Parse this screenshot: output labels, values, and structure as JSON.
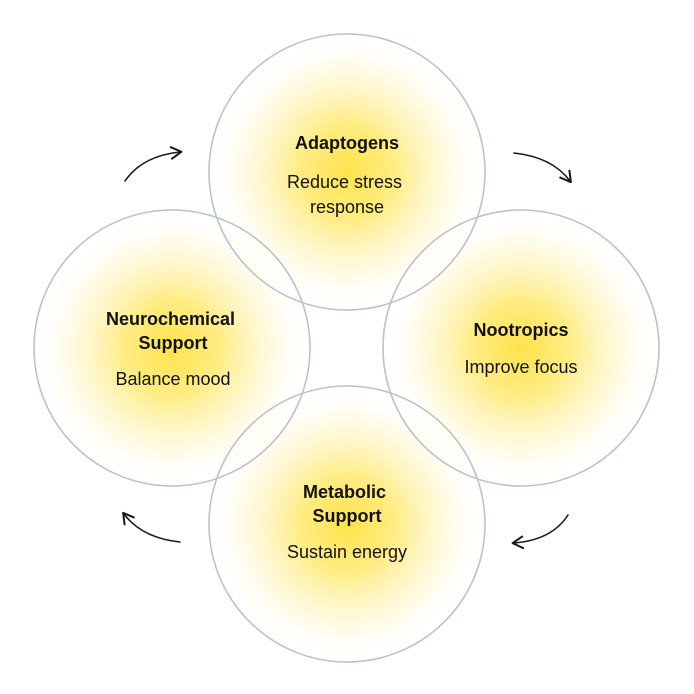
{
  "diagram": {
    "colors": {
      "glow_center": "#FFE24A",
      "glow_mid": "#FFF2B3",
      "glow_edge": "#FFFFFF",
      "ring": "#B9C3CB",
      "arrow": "#1B1B1B",
      "text": "#111111"
    },
    "nodes": {
      "top": {
        "title_lines": [
          "Adaptogens"
        ],
        "desc_lines": [
          "Reduce stress",
          "response"
        ]
      },
      "right": {
        "title_lines": [
          "Nootropics"
        ],
        "desc_lines": [
          "Improve focus"
        ]
      },
      "bottom": {
        "title_lines": [
          "Metabolic",
          "Support"
        ],
        "desc_lines": [
          "Sustain energy"
        ]
      },
      "left": {
        "title_lines": [
          "Neurochemical",
          "Support"
        ],
        "desc_lines": [
          "Balance mood"
        ]
      }
    },
    "flow_direction": "clockwise",
    "arrow_count": 4
  }
}
